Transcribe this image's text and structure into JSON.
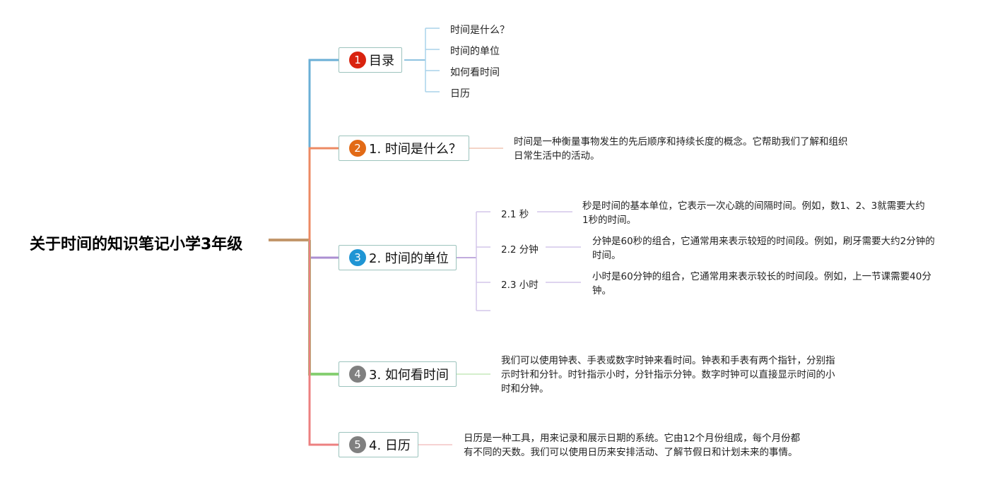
{
  "root": {
    "title": "关于时间的知识笔记小学3年级"
  },
  "colors": {
    "b1": "#6aafd6",
    "b2": "#ec8a63",
    "b3": "#ab8fd2",
    "b4": "#86cf72",
    "b5": "#ec8080",
    "badge1": "#d9230f",
    "badge2": "#e26a16",
    "badge3": "#1f95d4",
    "badge4": "#808080",
    "badge5": "#808080"
  },
  "branches": [
    {
      "badge": "1",
      "label": "目录",
      "items": [
        "时间是什么？",
        "时间的单位",
        "如何看时间",
        "日历"
      ]
    },
    {
      "badge": "2",
      "label": "1. 时间是什么？",
      "desc_lines": [
        "时间是一种衡量事物发生的先后顺序和持续长度的概念。它帮助我们了解和组织",
        "日常生活中的活动。"
      ]
    },
    {
      "badge": "3",
      "label": "2. 时间的单位",
      "subs": [
        {
          "label": "2.1 秒",
          "desc_lines": [
            "秒是时间的基本单位，它表示一次心跳的间隔时间。例如，数1、2、3就需要大约",
            "1秒的时间。"
          ]
        },
        {
          "label": "2.2 分钟",
          "desc_lines": [
            "分钟是60秒的组合，它通常用来表示较短的时间段。例如，刷牙需要大约2分钟的",
            "时间。"
          ]
        },
        {
          "label": "2.3 小时",
          "desc_lines": [
            "小时是60分钟的组合，它通常用来表示较长的时间段。例如，上一节课需要40分",
            "钟。"
          ]
        }
      ]
    },
    {
      "badge": "4",
      "label": "3. 如何看时间",
      "desc_lines": [
        "我们可以使用钟表、手表或数字时钟来看时间。钟表和手表有两个指针，分别指",
        "示时针和分针。时针指示小时，分针指示分钟。数字时钟可以直接显示时间的小",
        "时和分钟。"
      ]
    },
    {
      "badge": "5",
      "label": "4. 日历",
      "desc_lines": [
        "日历是一种工具，用来记录和展示日期的系统。它由12个月份组成，每个月份都",
        "有不同的天数。我们可以使用日历来安排活动、了解节假日和计划未来的事情。"
      ]
    }
  ]
}
